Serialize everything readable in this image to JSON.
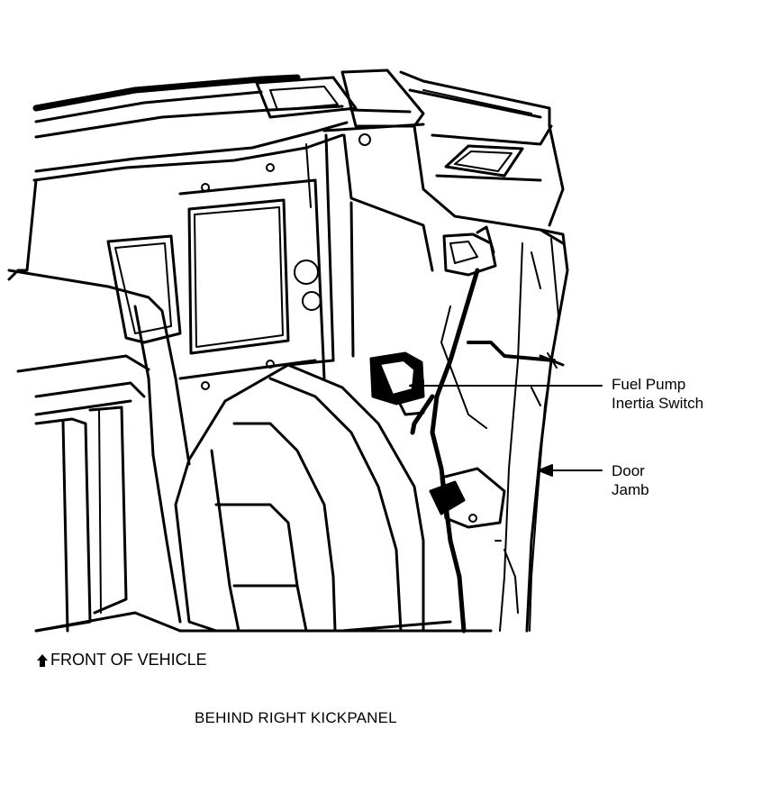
{
  "callouts": {
    "fuel_pump_line1": "Fuel Pump",
    "fuel_pump_line2": "Inertia Switch",
    "door_line1": "Door",
    "door_line2": "Jamb"
  },
  "front_label": "FRONT OF VEHICLE",
  "caption": "BEHIND RIGHT KICKPANEL",
  "line_color": "#000000",
  "background_color": "#ffffff"
}
